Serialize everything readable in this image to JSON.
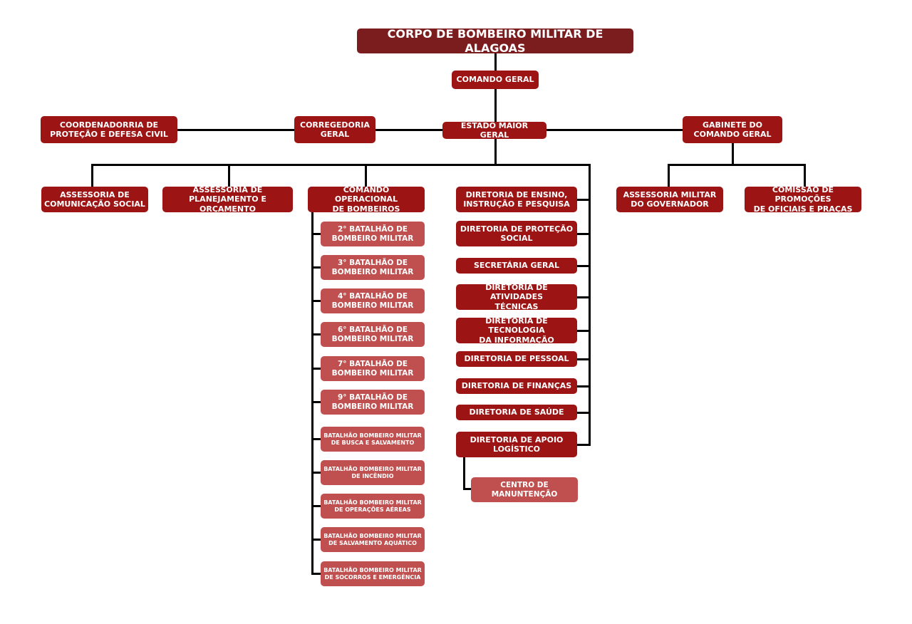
{
  "title": "CORPO DE BOMBEIRO MILITAR DE ALAGOAS",
  "level1": {
    "comando_geral": "COMANDO GERAL"
  },
  "level2": {
    "coordenadoria": "COORDENADORRIA DE\nPROTEÇÃO E DEFESA CIVIL",
    "corregedoria": "CORREGEDORIA\nGERAL",
    "estado_maior": "ESTADO MAIOR GERAL",
    "gabinete": "GABINETE DO\nCOMANDO GERAL"
  },
  "level3": {
    "assessoria_comunicacao": "ASSESSORIA DE\nCOMUNICAÇÃO SOCIAL",
    "assessoria_planejamento": "ASSESSORIA DE\nPLANEJAMENTO E ORÇAMENTO",
    "comando_operacional": "COMANDO OPERACIONAL\nDE BOMBEIROS",
    "assessoria_militar": "ASSESSORIA MILITAR\nDO GOVERNADOR",
    "comissao_promocoes": "COMISSÃO DE PROMOÇÕES\nDE OFICIAIS E PRAÇAS"
  },
  "batalhoes": [
    "2° BATALHÃO DE\nBOMBEIRO MILITAR",
    "3° BATALHÃO DE\nBOMBEIRO MILITAR",
    "4° BATALHÃO DE\nBOMBEIRO MILITAR",
    "6° BATALHÃO DE\nBOMBEIRO MILITAR",
    "7° BATALHÃO DE\nBOMBEIRO MILITAR",
    "9° BATALHÃO DE\nBOMBEIRO MILITAR"
  ],
  "batalhoes_especializados": [
    "BATALHÃO BOMBEIRO MILITAR\nDE BUSCA E SALVAMENTO",
    "BATALHÃO BOMBEIRO MILITAR\nDE INCÊNDIO",
    "BATALHÃO BOMBEIRO MILITAR\nDE OPERAÇÕES AÉREAS",
    "BATALHÃO BOMBEIRO MILITAR\nDE SALVAMENTO AQUÁTICO",
    "BATALHÃO BOMBEIRO MILITAR\nDE SOCORROS E EMERGÊNCIA"
  ],
  "diretorias": [
    "DIRETORIA DE ENSINO,\nINSTRUÇÃO E PESQUISA",
    "DIRETORIA DE PROTEÇÃO\nSOCIAL",
    "SECRETÁRIA GERAL",
    "DIRETORIA DE ATIVIDADES\nTÉCNICAS",
    "DIRETORIA DE TECNOLOGIA\nDA INFORMAÇÃO",
    "DIRETORIA DE PESSOAL",
    "DIRETORIA DE FINANÇAS",
    "DIRETORIA DE SAÚDE",
    "DIRETORIA DE APOIO\nLOGÍSTICO"
  ],
  "centro_manutencao": "CENTRO DE\nMANUNTENÇÃO",
  "colors": {
    "top": "#7b1c1e",
    "main": "#9c1414",
    "sub": "#c0504f",
    "connector": "#000000"
  }
}
